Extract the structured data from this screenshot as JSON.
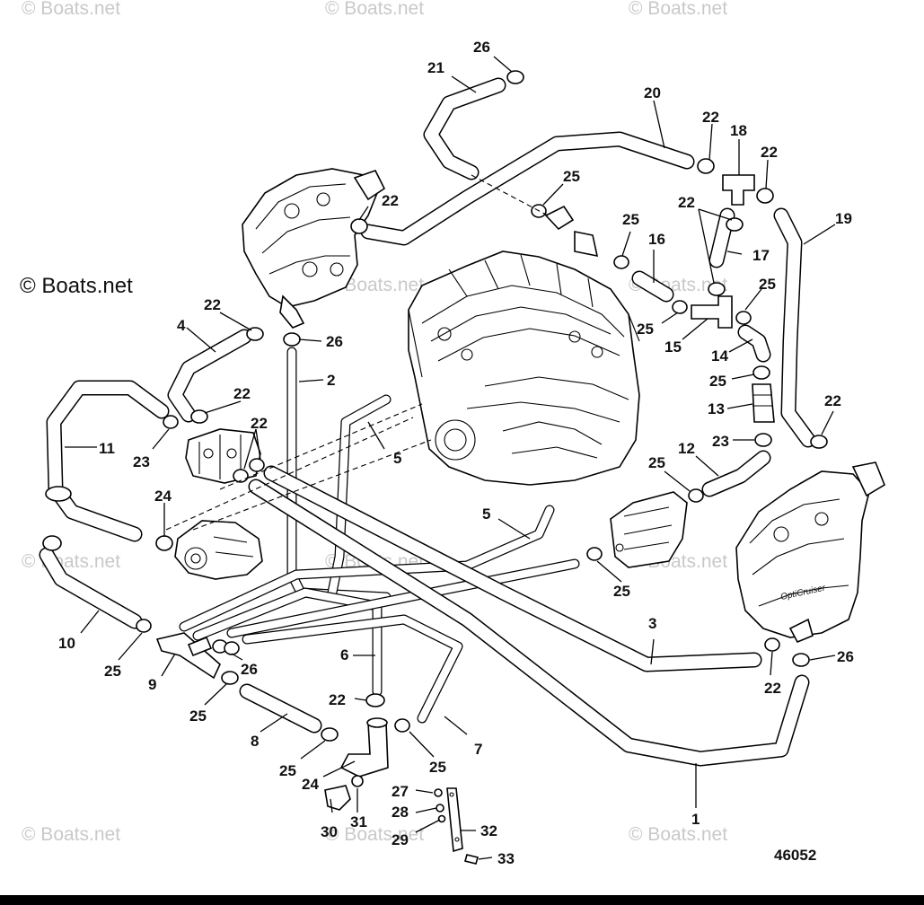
{
  "watermark": {
    "text": "© Boats.net"
  },
  "copyright": "© Boats.net",
  "figure_number": "46052",
  "callouts": [
    "1",
    "2",
    "3",
    "4",
    "5",
    "5",
    "6",
    "7",
    "8",
    "9",
    "10",
    "11",
    "12",
    "13",
    "14",
    "15",
    "16",
    "17",
    "18",
    "19",
    "20",
    "21",
    "22",
    "22",
    "22",
    "22",
    "22",
    "22",
    "22",
    "22",
    "22",
    "22",
    "23",
    "23",
    "24",
    "24",
    "25",
    "25",
    "25",
    "25",
    "25",
    "25",
    "25",
    "25",
    "25",
    "25",
    "25",
    "26",
    "26",
    "26",
    "26",
    "27",
    "28",
    "29",
    "30",
    "31",
    "32",
    "33"
  ]
}
